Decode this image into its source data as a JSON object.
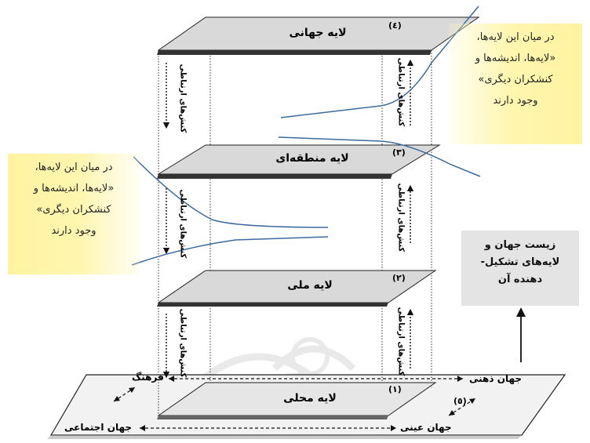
{
  "layers": {
    "global": {
      "label": "لایه جهانی",
      "number": "(٤)"
    },
    "regional": {
      "label": "لایه منطقه‌ای",
      "number": "(٣)"
    },
    "national": {
      "label": "لایه ملی",
      "number": "(٢)"
    },
    "local": {
      "label": "لایه محلی",
      "number": "(١)"
    }
  },
  "interactions_label": "کنش‌های ارتباطی",
  "note_right": {
    "lines": [
      "در میان این لایه‌ها،",
      "«لایه‌ها، اندیشه‌ها و",
      "کنشکران دیگری»",
      "وجود دارند"
    ]
  },
  "note_left": {
    "lines": [
      "در میان این لایه‌ها،",
      "«لایه‌ها، اندیشه‌ها و",
      "کنشکران دیگری»",
      "وجود دارند"
    ]
  },
  "lifeworld_box": {
    "lines": [
      "زیست جهان و",
      "لایه‌های تشکیل-",
      "دهنده آن"
    ]
  },
  "base": {
    "culture": "فرهنگ",
    "mental_world": "جهان ذهنی",
    "social_world": "جهان اجتماعی",
    "objective_world": "جهان عینی",
    "number": "(٥)"
  },
  "colors": {
    "layer_fill": "#d9d9d9",
    "curve": "#3d6a9e",
    "note_bg": "#fff3a0",
    "box_bg": "#e4e4e4"
  }
}
